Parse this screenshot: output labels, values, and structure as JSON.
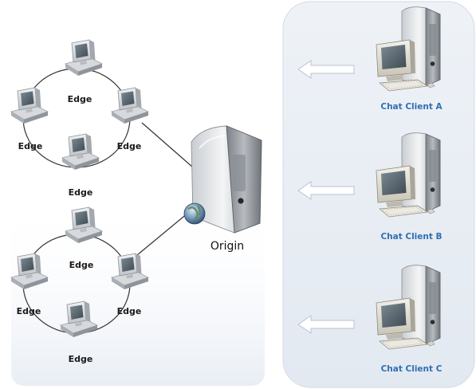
{
  "colors": {
    "panel_fill": "#e8edf4",
    "panel_stroke": "#d3dae5",
    "client_label": "#2f6fb3",
    "arrow_fill": "#ffffff",
    "arrow_stroke": "#b9c3d1",
    "link_line": "#333333",
    "cluster_ring": "#333333"
  },
  "icons": {
    "edge_node": "desktop-computer-icon",
    "origin": "tower-server-with-globe-icon",
    "client": "desktop-workstation-icon",
    "arrow": "left-arrow-icon"
  },
  "origin": {
    "label": "Origin"
  },
  "clusters": [
    {
      "name": "cluster-top",
      "edges": [
        "Edge",
        "Edge",
        "Edge",
        "Edge"
      ]
    },
    {
      "name": "cluster-bottom",
      "edges": [
        "Edge",
        "Edge",
        "Edge",
        "Edge"
      ]
    }
  ],
  "clients": [
    {
      "label": "Chat Client A"
    },
    {
      "label": "Chat Client B"
    },
    {
      "label": "Chat Client C"
    }
  ]
}
